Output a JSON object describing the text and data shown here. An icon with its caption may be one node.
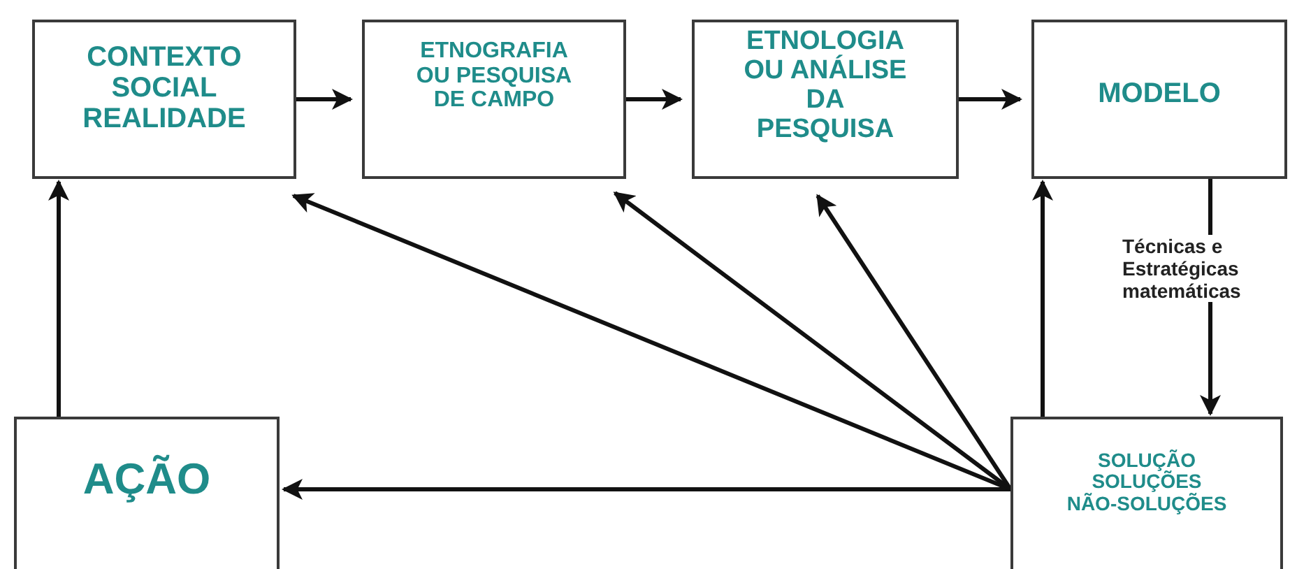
{
  "diagram": {
    "nodes": [
      {
        "text": [
          "CONTEXTO SOCIAL REALIDADE"
        ]
      },
      {
        "text": [
          "ETNOGRAFIA OU PESQUISA DE CAMPO"
        ]
      },
      {
        "text": [
          "ETNOLOGIA OU ANÁLISE DA PESQUISA"
        ]
      },
      {
        "text": [
          "MODELO"
        ]
      },
      {
        "text": [
          "AÇÃO"
        ]
      },
      {
        "text": [
          "SOLUÇÃO SOLUÇÕES NÃO-SOLUÇÕES"
        ]
      }
    ],
    "edges": [
      {
        "from": 0,
        "to": 1,
        "arrow": "to"
      },
      {
        "from": 1,
        "to": 2,
        "arrow": "to"
      },
      {
        "from": 2,
        "to": 3,
        "arrow": "to"
      },
      {
        "from": 4,
        "to": 0,
        "arrow": "to"
      },
      {
        "from": 5,
        "to": 4,
        "arrow": "to"
      },
      {
        "from": 5,
        "to": 0,
        "arrow": "to"
      },
      {
        "from": 5,
        "to": 1,
        "arrow": "to"
      },
      {
        "from": 5,
        "to": 2,
        "arrow": "to"
      },
      {
        "from": 5,
        "to": 3,
        "arrow": "to"
      },
      {
        "from": 3,
        "to": 5,
        "arrow": "to",
        "label": "Técnicas e Estratégicas matemáticas"
      }
    ]
  }
}
